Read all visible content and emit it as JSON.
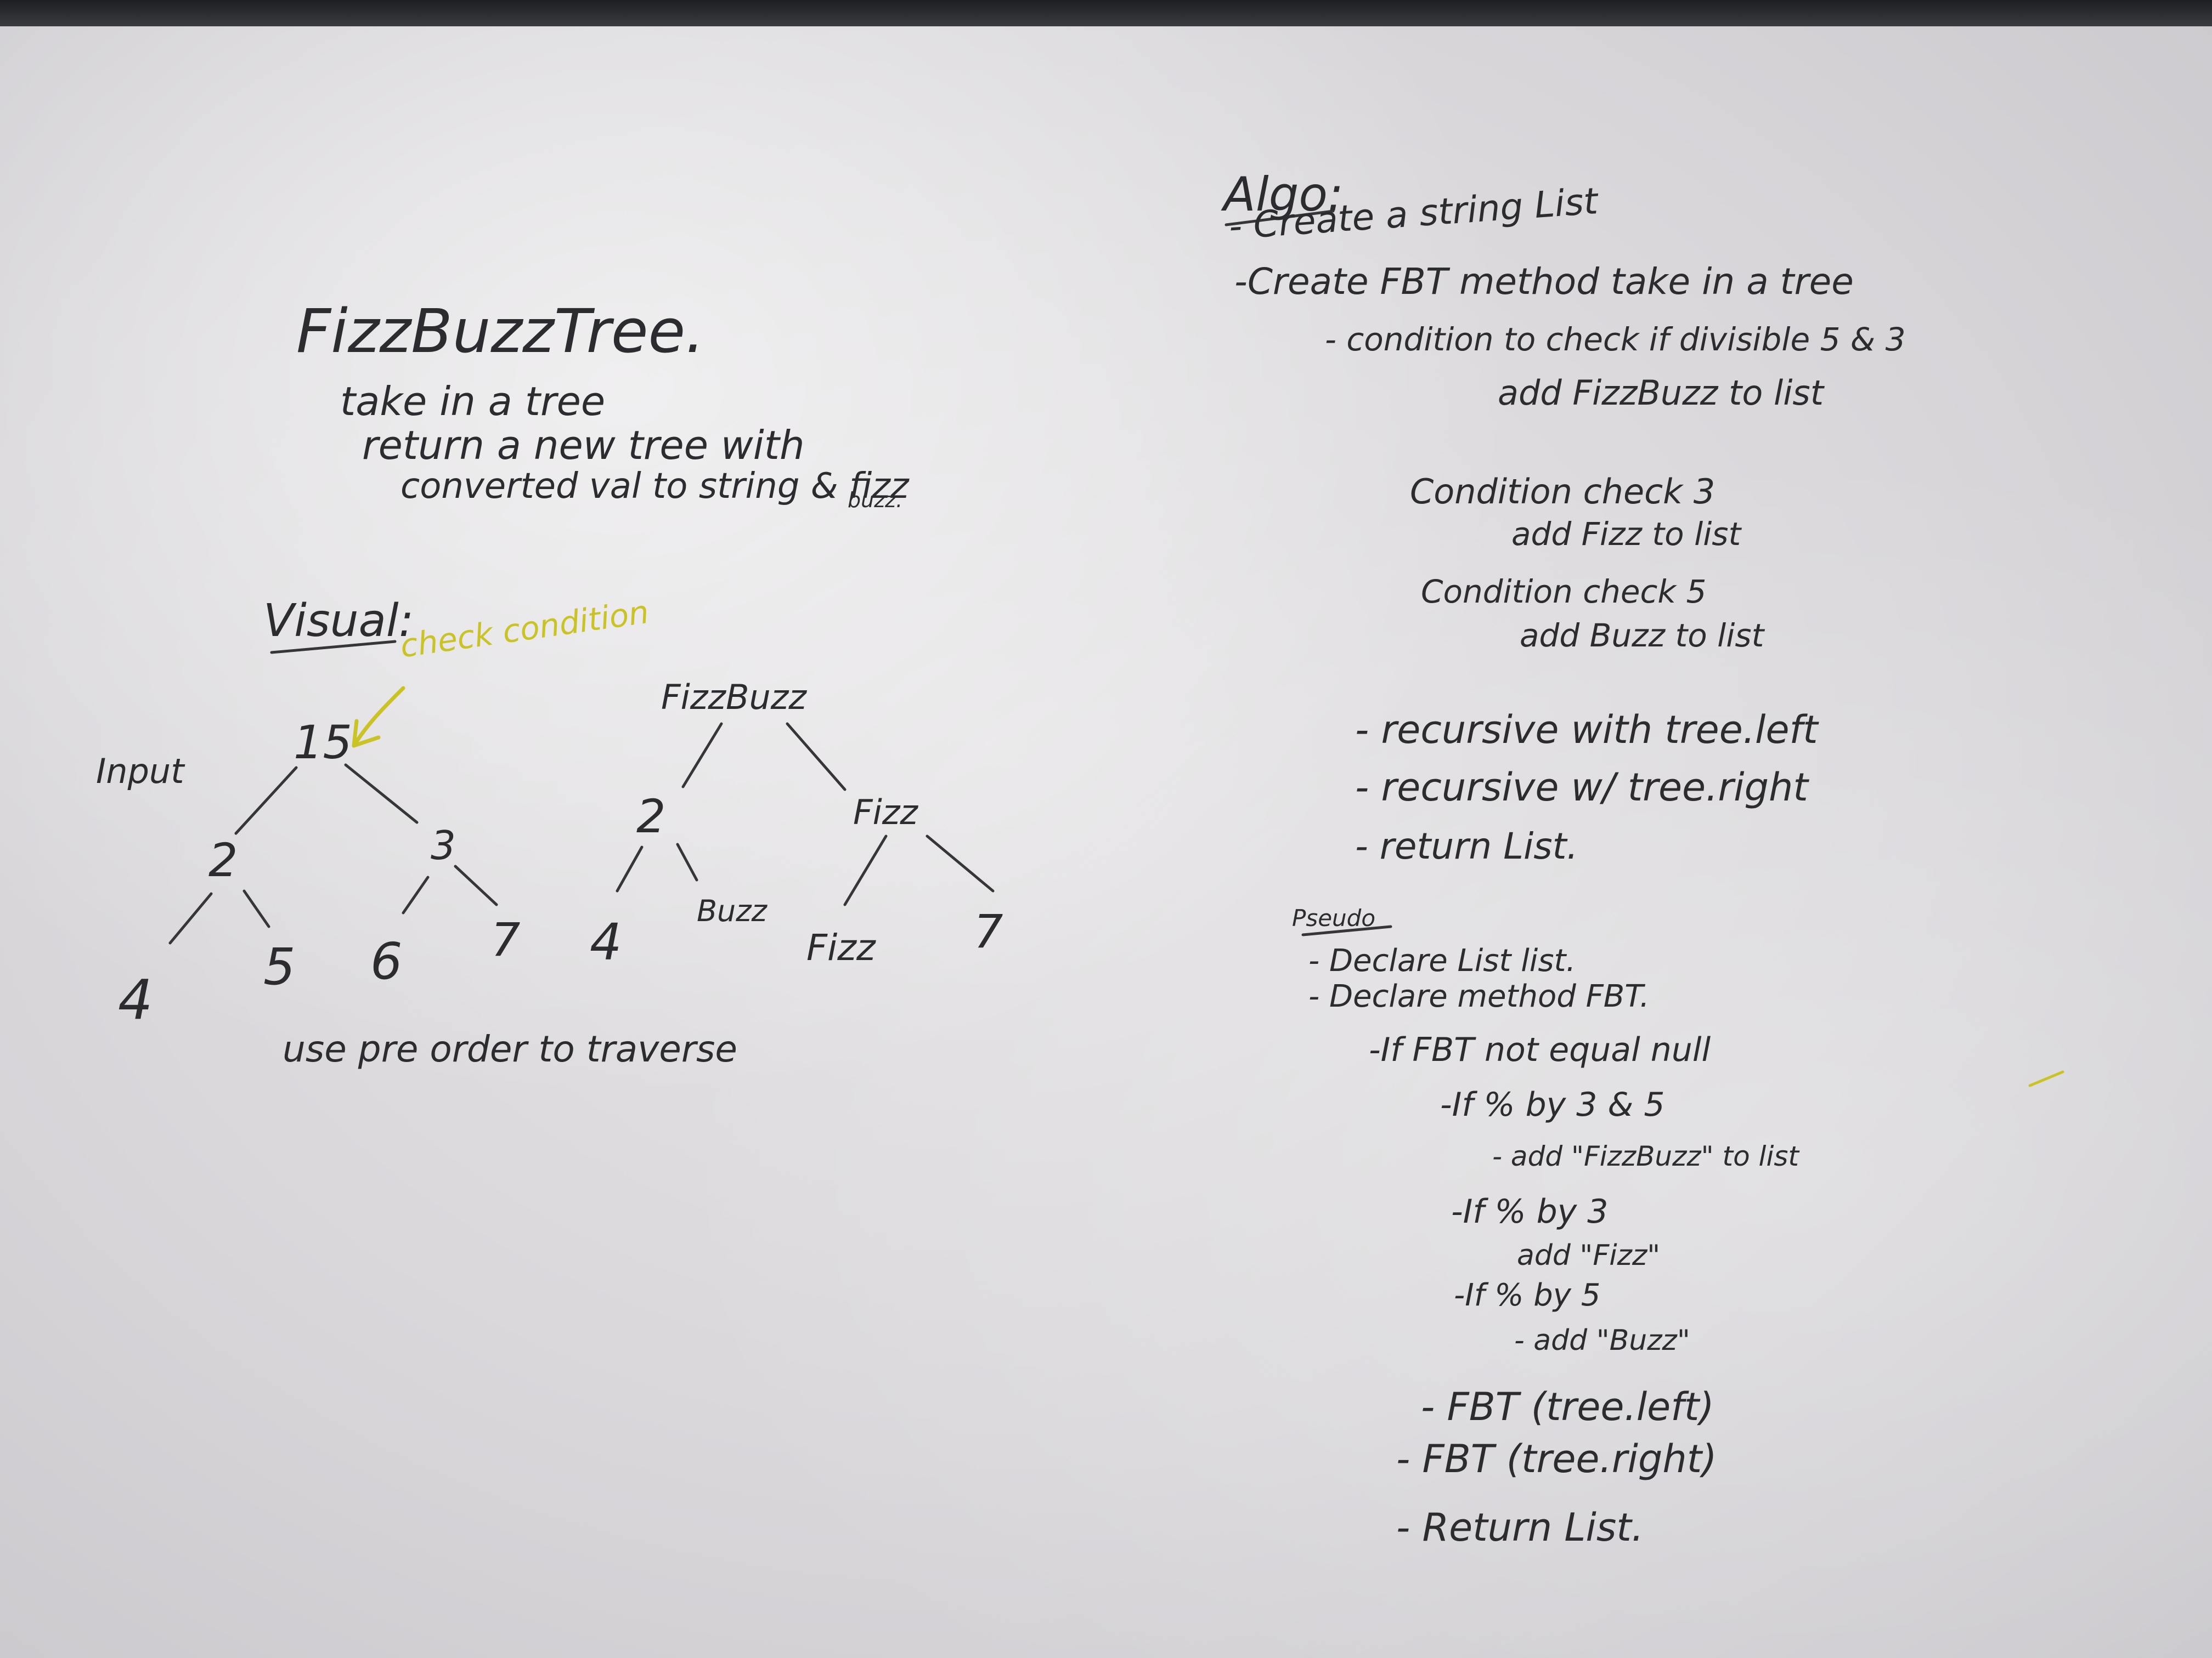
{
  "left": {
    "title": "FizzBuzzTree.",
    "desc": [
      "take in a tree",
      "return a new tree with",
      "converted val to string & fizz",
      "buzz."
    ],
    "visual_label": "Visual:",
    "check_condition": "check condition",
    "input_label": "Input",
    "input_tree": {
      "root": "15",
      "l": "2",
      "r": "3",
      "ll": "4",
      "lr": "5",
      "rl": "6",
      "rr": "7"
    },
    "output_tree": {
      "root": "FizzBuzz",
      "l": "2",
      "r": "Fizz",
      "ll": "4",
      "lr": "Buzz",
      "rl": "Fizz",
      "rr": "7"
    },
    "traverse_note": "use pre order to traverse"
  },
  "algo": {
    "label": "Algo:",
    "lines": [
      "- Create a string List",
      "-Create FBT method take in a tree",
      "- condition to check if divisible 5 & 3",
      "add FizzBuzz to list",
      "Condition check 3",
      "add Fizz to list",
      "Condition check 5",
      "add Buzz to list",
      "- recursive with tree.left",
      "- recursive w/ tree.right",
      "- return List."
    ]
  },
  "pseudo": {
    "label": "Pseudo",
    "lines": [
      "- Declare List list.",
      "- Declare method FBT.",
      "-If FBT not equal null",
      "-If % by 3 & 5",
      "- add \"FizzBuzz\" to list",
      "-If % by 3",
      "add \"Fizz\"",
      "-If % by 5",
      "- add \"Buzz\"",
      "- FBT (tree.left)",
      "- FBT (tree.right)",
      "- Return List."
    ]
  }
}
